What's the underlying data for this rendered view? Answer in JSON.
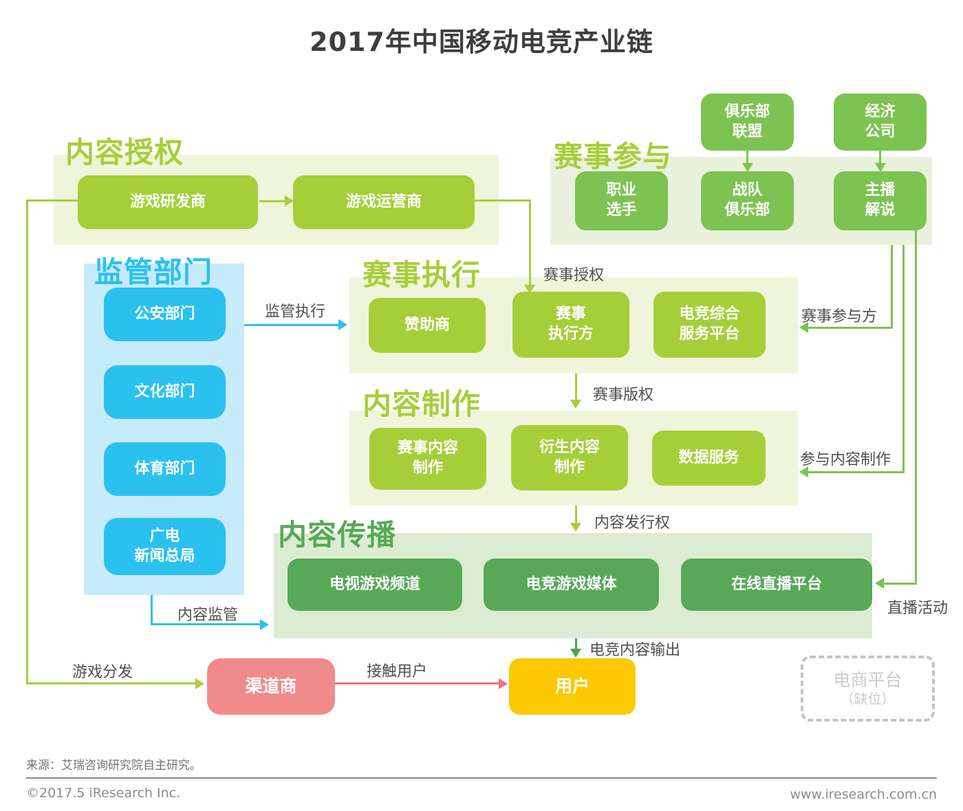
{
  "title": "2017年中国移动电竞产业链",
  "colors": {
    "chartreuse": "#a6ce39",
    "chartreuse_panel": "#eff5da",
    "green": "#7cc351",
    "green_panel": "#e9f1dc",
    "dark_green": "#57a957",
    "dark_green_panel": "#dcecd2",
    "output_arrow_green": "#4ca64c",
    "blue": "#2ac1ef",
    "blue_panel": "#c6ebfa",
    "salmon": "#f18a8a",
    "reach_arrow_red": "#ee7081",
    "yellow": "#fcc800",
    "dashed_gray": "#c3c3c3"
  },
  "sections": {
    "content_licensing": {
      "heading": "内容授权",
      "boxes": [
        {
          "label": "游戏研发商"
        },
        {
          "label": "游戏运营商"
        }
      ]
    },
    "event_participation": {
      "heading": "赛事参与",
      "top_boxes": [
        {
          "label": "俱乐部\n联盟"
        },
        {
          "label": "经济\n公司"
        }
      ],
      "boxes": [
        {
          "label": "职业\n选手"
        },
        {
          "label": "战队\n俱乐部"
        },
        {
          "label": "主播\n解说"
        }
      ]
    },
    "regulators": {
      "heading": "监管部门",
      "boxes": [
        {
          "label": "公安部门"
        },
        {
          "label": "文化部门"
        },
        {
          "label": "体育部门"
        },
        {
          "label": "广电\n新闻总局"
        }
      ]
    },
    "event_execution": {
      "heading": "赛事执行",
      "boxes": [
        {
          "label": "赞助商"
        },
        {
          "label": "赛事\n执行方"
        },
        {
          "label": "电竞综合\n服务平台"
        }
      ]
    },
    "content_production": {
      "heading": "内容制作",
      "boxes": [
        {
          "label": "赛事内容\n制作"
        },
        {
          "label": "衍生内容\n制作"
        },
        {
          "label": "数据服务"
        }
      ]
    },
    "content_distribution": {
      "heading": "内容传播",
      "boxes": [
        {
          "label": "电视游戏频道"
        },
        {
          "label": "电竞游戏媒体"
        },
        {
          "label": "在线直播平台"
        }
      ]
    }
  },
  "nodes": {
    "channel": {
      "label": "渠道商"
    },
    "users": {
      "label": "用户"
    },
    "ecommerce": {
      "label": "电商平台",
      "sub": "（缺位）"
    }
  },
  "edges": {
    "event_authorization": "赛事授权",
    "regulation_execution": "监管执行",
    "event_participants": "赛事参与方",
    "event_copyright": "赛事版权",
    "join_content_production": "参与内容制作",
    "content_distribution_rights": "内容发行权",
    "content_regulation": "内容监管",
    "live_activities": "直播活动",
    "esports_content_output": "电竞内容输出",
    "game_distribution": "游戏分发",
    "reach_users": "接触用户"
  },
  "footer": {
    "source": "来源：艾瑞咨询研究院自主研究。",
    "copyright": "©2017.5 iResearch Inc.",
    "website": "www.iresearch.com.cn"
  }
}
